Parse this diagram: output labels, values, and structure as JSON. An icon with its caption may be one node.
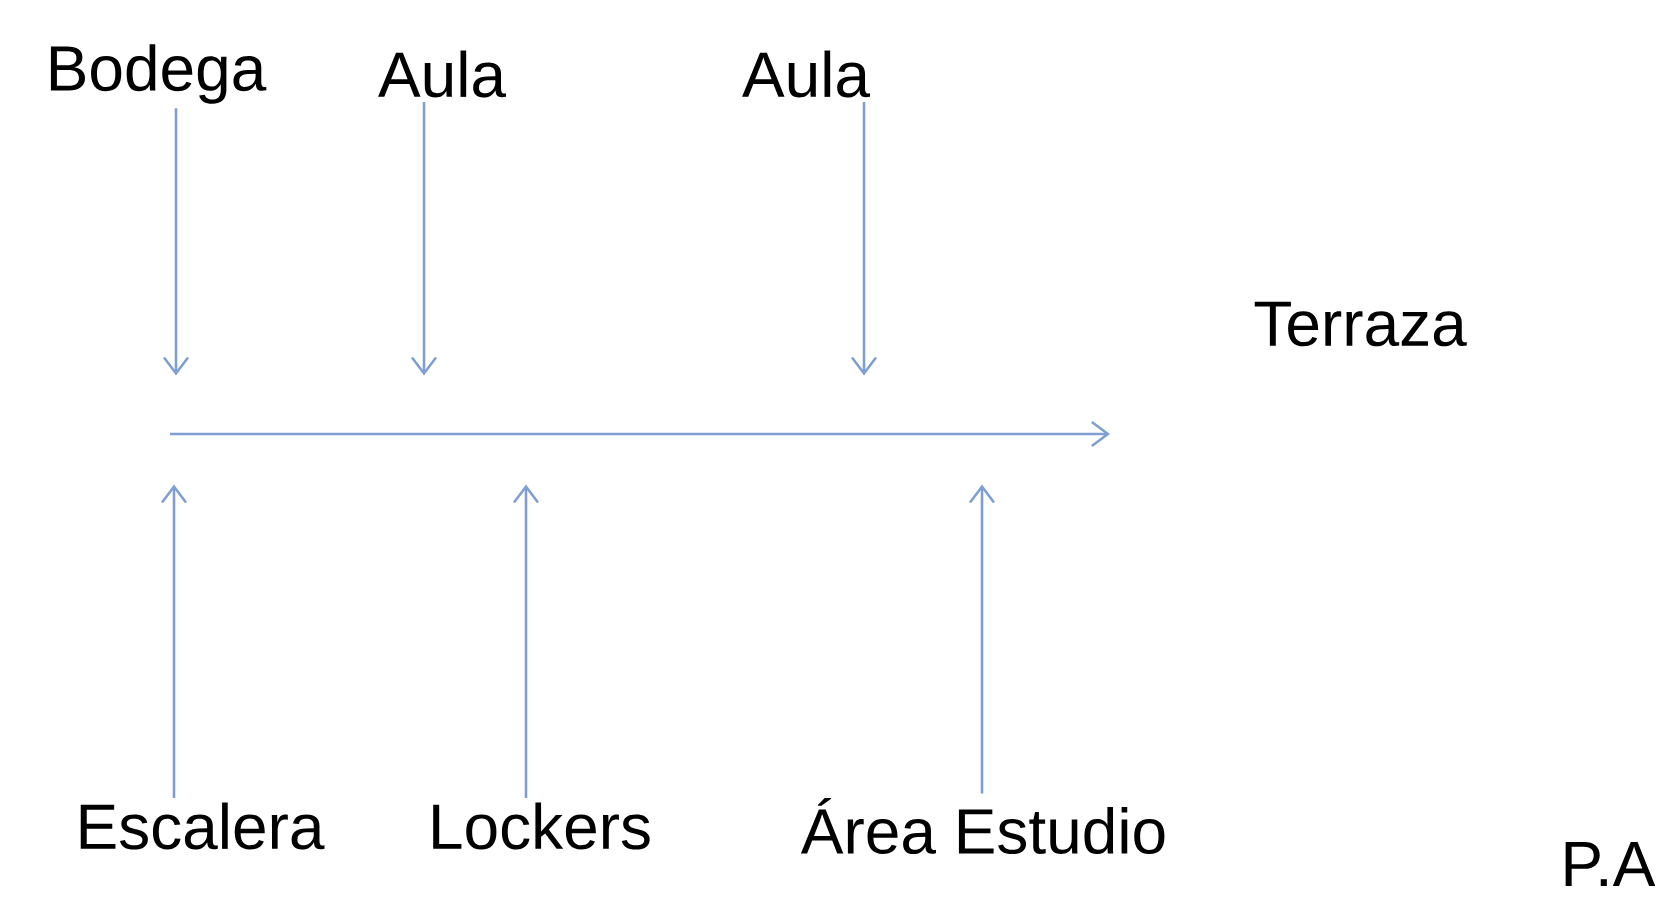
{
  "diagram": {
    "nodes": [
      {
        "text": [
          "Bodega"
        ]
      },
      {
        "text": [
          "Aula"
        ]
      },
      {
        "text": [
          "Aula"
        ]
      },
      {
        "text": [
          "Escalera"
        ]
      },
      {
        "text": [
          "Lockers"
        ]
      },
      {
        "text": [
          "Área Estudio"
        ]
      },
      {
        "text": [],
        "shape": "arrow"
      }
    ],
    "edges": [
      {
        "from": 0,
        "to": 6,
        "arrow": "to"
      },
      {
        "from": 1,
        "to": 6,
        "arrow": "to"
      },
      {
        "from": 2,
        "to": 6,
        "arrow": "to"
      },
      {
        "from": 3,
        "to": 6,
        "arrow": "to"
      },
      {
        "from": 4,
        "to": 6,
        "arrow": "to"
      },
      {
        "from": 5,
        "to": 6,
        "arrow": "to"
      }
    ],
    "labels": [
      "Terraza",
      "P.A"
    ]
  }
}
